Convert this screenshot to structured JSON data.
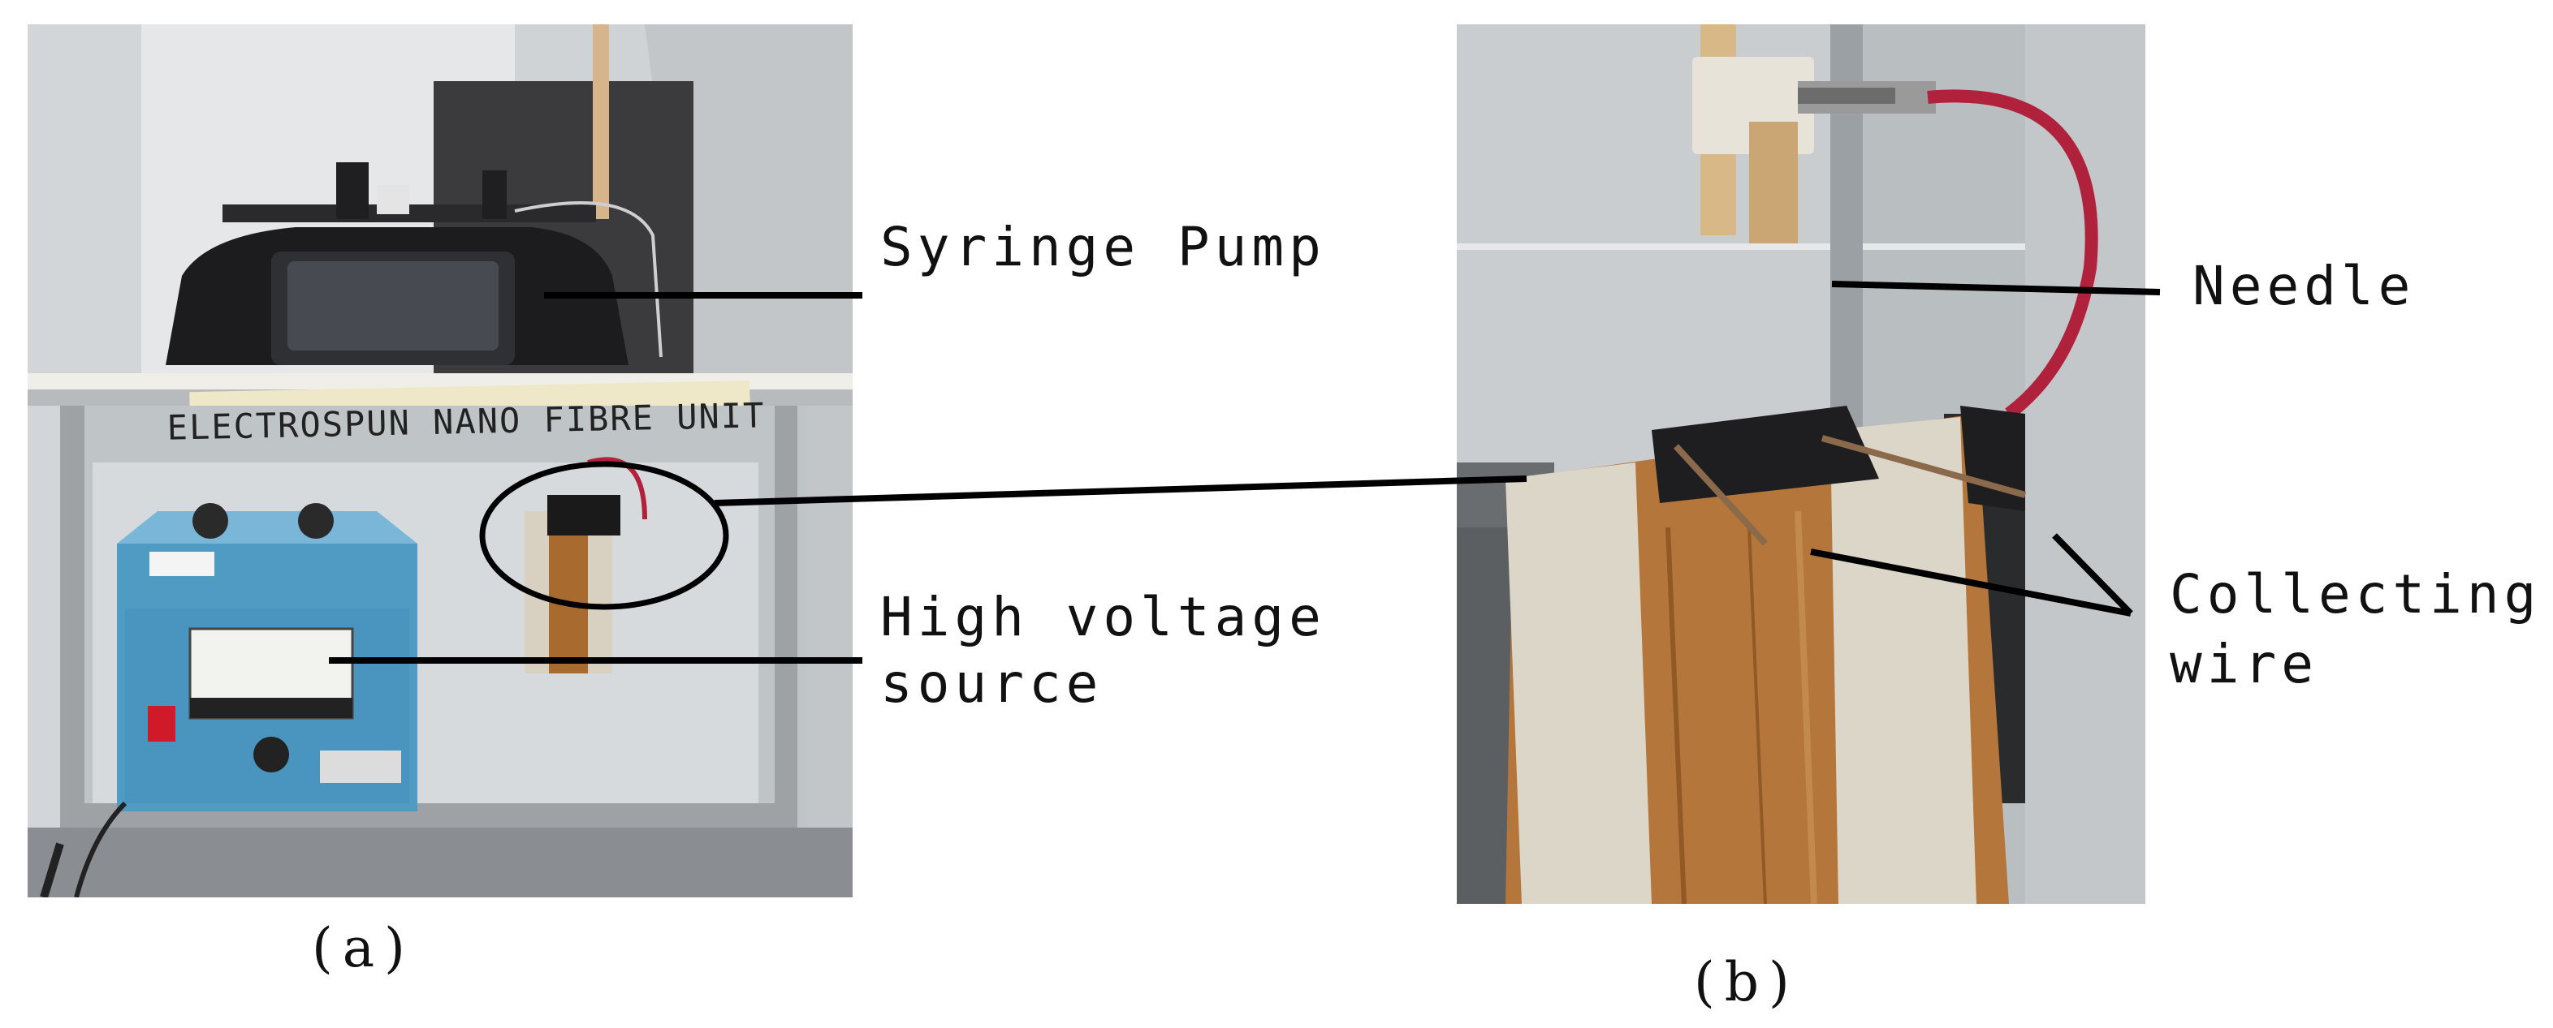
{
  "figure": {
    "panel_a": {
      "caption": "(a)",
      "tape_text": "ELECTROSPUN NANO FIBRE UNIT"
    },
    "panel_b": {
      "caption": "(b)"
    },
    "annotations": {
      "syringe_pump": "Syringe Pump",
      "high_voltage_line1": "High voltage",
      "high_voltage_line2": "source",
      "needle": "Needle",
      "collecting_wire_line1": "Collecting",
      "collecting_wire_line2": "wire"
    },
    "colors": {
      "leader_line": "#000000",
      "text": "#111111",
      "power_supply_blue": "#4f9bc4",
      "wood": "#b4763a",
      "red_cable": "#b0213b"
    }
  }
}
